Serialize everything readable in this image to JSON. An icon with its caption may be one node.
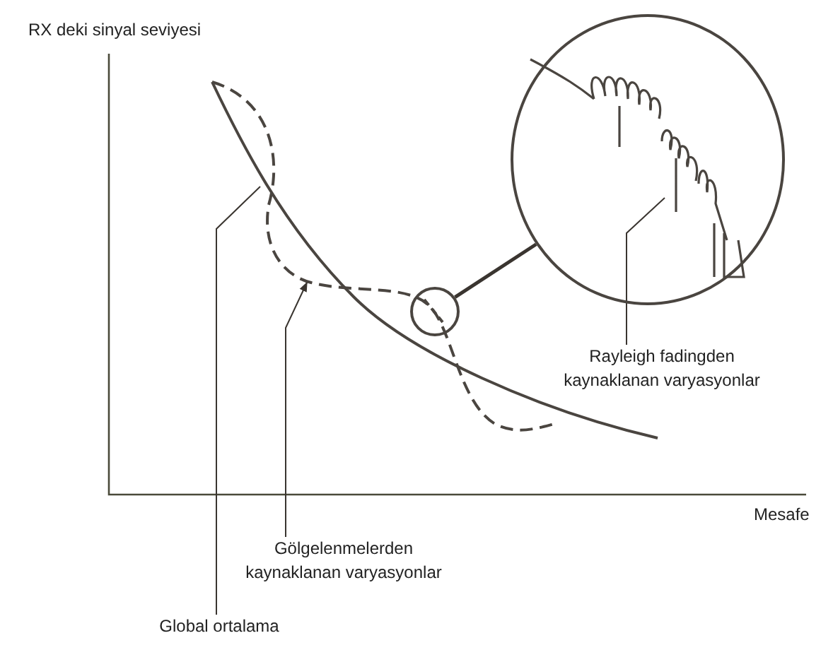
{
  "diagram": {
    "nodes": [
      {
        "text": [
          "Global ortalama"
        ]
      },
      {
        "text": [
          "Gölgelenmelerden kaynaklanan varyasyonlar"
        ]
      },
      {
        "text": [
          "Rayleigh fadingden kaynaklanan varyasyonlar"
        ]
      },
      {
        "text": [],
        "shape": "circle"
      },
      {
        "text": [],
        "shape": "circle"
      }
    ],
    "edges": [
      {
        "from": 0,
        "to": null,
        "arrow": "none"
      },
      {
        "from": 1,
        "to": null,
        "arrow": "to"
      },
      {
        "from": 2,
        "to": 4,
        "arrow": "none"
      },
      {
        "from": 3,
        "to": 4,
        "arrow": "none",
        "style": "thick"
      }
    ],
    "labels": [
      "RX deki sinyal seviyesi",
      "Mesafe"
    ]
  }
}
